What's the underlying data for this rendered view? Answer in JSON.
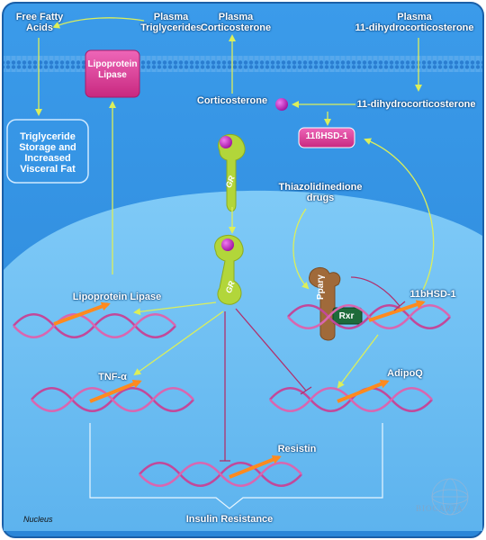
{
  "labels": {
    "free_fatty_acids_1": "Free Fatty",
    "free_fatty_acids_2": "Acids",
    "plasma_tg_1": "Plasma",
    "plasma_tg_2": "Triglycerides",
    "plasma_cort_1": "Plasma",
    "plasma_cort_2": "Corticosterone",
    "plasma_dhc_1": "Plasma",
    "plasma_dhc_2": "11-dihydrocorticosterone",
    "lipoprotein_lipase_box_1": "Lipoprotein",
    "lipoprotein_lipase_box_2": "Lipase",
    "corticosterone": "Corticosterone",
    "dihydrocorticosterone": "11-dihydrocorticosterone",
    "hsd1_box": "11ßHSD-1",
    "tg_storage_1": "Triglyceride",
    "tg_storage_2": "Storage and",
    "tg_storage_3": "Increased",
    "tg_storage_4": "Visceral Fat",
    "gr": "GR",
    "thiazolidinedione_1": "Thiazolidinedione",
    "thiazolidinedione_2": "drugs",
    "lipoprotein_lipase_gene": "Lipoprotein Lipase",
    "ppar": "Pparγ",
    "rxr": "Rxr",
    "hsd_gene": "11bHSD-1",
    "tnf": "TNF-α",
    "adipoq": "AdipoQ",
    "resistin": "Resistin",
    "nucleus": "Nucleus",
    "insulin_resistance": "Insulin Resistance",
    "logo": "BIOCARTA"
  },
  "colors": {
    "cell_fill": "#2d8fe0",
    "nucleus_fill": "#6cc0f5",
    "membrane": "#1b6bbd",
    "arrow_green": "#dcef5a",
    "inhibit_line": "#b0306d",
    "dna": "#c2489a",
    "gr_green": "#b2d63a",
    "hormone": "#c819c8",
    "lipase_box": "#e0439f",
    "ppar_brown": "#a06a3a",
    "rxr_green": "#1e6b3a",
    "transcript_orange": "#ff8a1e"
  },
  "icons": [
    "corticosterone-molecule-icon",
    "glucocorticoid-receptor-icon",
    "dna-helix-icon",
    "biocarta-logo-icon"
  ]
}
